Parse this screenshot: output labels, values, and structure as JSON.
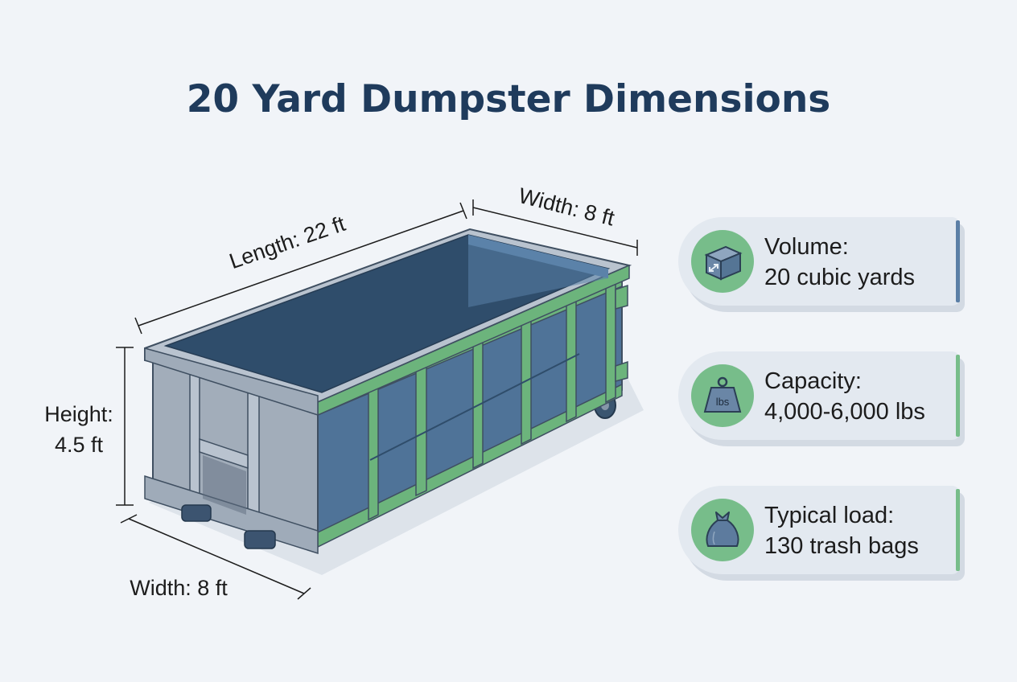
{
  "title": "20 Yard Dumpster Dimensions",
  "dimensions": {
    "length": "Length: 22 ft",
    "width_top": "Width: 8 ft",
    "width_bottom": "Width: 8 ft",
    "height_line1": "Height:",
    "height_line2": "4.5 ft"
  },
  "specs": [
    {
      "icon": "cube-icon",
      "label": "Volume:",
      "value": "20 cubic yards",
      "accent": "#5b7fa6"
    },
    {
      "icon": "weight-icon",
      "icon_text": "lbs",
      "label": "Capacity:",
      "value": "4,000-6,000 lbs",
      "accent": "#77bd8a"
    },
    {
      "icon": "trash-bag-icon",
      "label": "Typical load:",
      "value": "130 trash bags",
      "accent": "#77bd8a"
    }
  ],
  "colors": {
    "title": "#1f3b5c",
    "frame_green": "#6cb47c",
    "body_blue": "#4d6f94",
    "interior_dark": "#2f4d6b",
    "rim_gray": "#b9c3cf",
    "side_gray": "#9fabb9",
    "icon_circle": "#77bd8a"
  }
}
